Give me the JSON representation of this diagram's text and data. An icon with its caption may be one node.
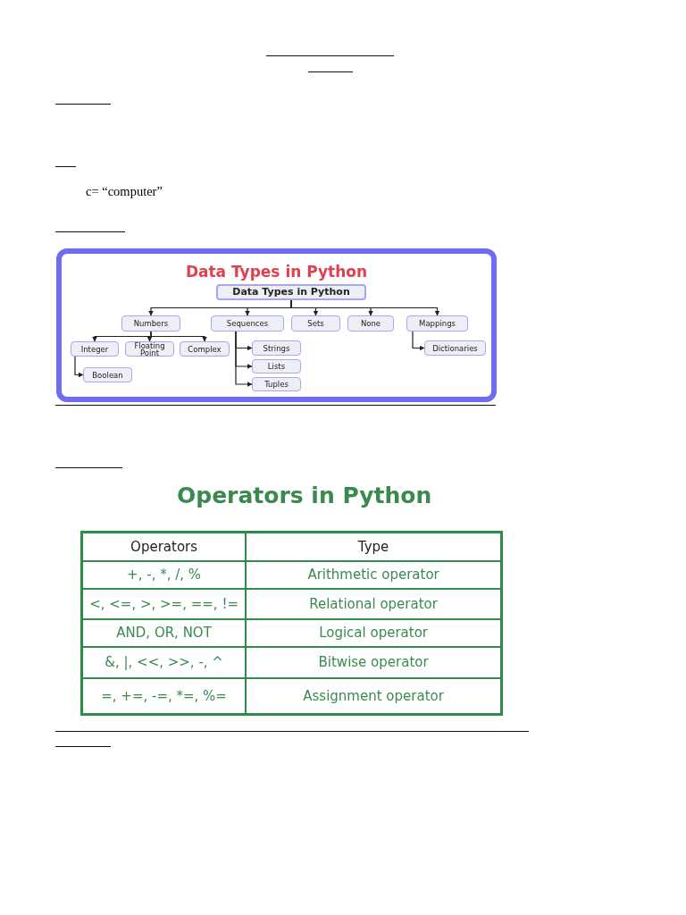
{
  "diagram": {
    "nodes": [
      {
        "text": [
          "Data Types in Python"
        ]
      },
      {
        "text": [
          "Data Types in Python"
        ],
        "in": 0
      },
      {
        "text": [
          "Numbers"
        ],
        "in": 0
      },
      {
        "text": [
          "Sequences"
        ],
        "in": 0
      },
      {
        "text": [
          "Sets"
        ],
        "in": 0
      },
      {
        "text": [
          "None"
        ],
        "in": 0
      },
      {
        "text": [
          "Mappings"
        ],
        "in": 0
      },
      {
        "text": [
          "Integer"
        ],
        "in": 0
      },
      {
        "text": [
          "Floating Point"
        ],
        "in": 0
      },
      {
        "text": [
          "Complex"
        ],
        "in": 0
      },
      {
        "text": [
          "Boolean"
        ],
        "in": 0
      },
      {
        "text": [
          "Strings"
        ],
        "in": 0
      },
      {
        "text": [
          "Lists"
        ],
        "in": 0
      },
      {
        "text": [
          "Tuples"
        ],
        "in": 0
      },
      {
        "text": [
          "Dictionaries"
        ],
        "in": 0
      }
    ],
    "edges": [
      {
        "from": 1,
        "to": 2,
        "arrow": "to"
      },
      {
        "from": 1,
        "to": 3,
        "arrow": "to"
      },
      {
        "from": 1,
        "to": 4,
        "arrow": "to"
      },
      {
        "from": 1,
        "to": 5,
        "arrow": "to"
      },
      {
        "from": 1,
        "to": 6,
        "arrow": "to"
      },
      {
        "from": 2,
        "to": 7,
        "arrow": "to"
      },
      {
        "from": 2,
        "to": 8,
        "arrow": "to"
      },
      {
        "from": 2,
        "to": 9,
        "arrow": "to"
      },
      {
        "from": 7,
        "to": 10,
        "arrow": "to"
      },
      {
        "from": 3,
        "to": 11,
        "arrow": "to"
      },
      {
        "from": 3,
        "to": 12,
        "arrow": "to"
      },
      {
        "from": 3,
        "to": 13,
        "arrow": "to"
      },
      {
        "from": 6,
        "to": 14,
        "arrow": "to"
      }
    ],
    "labels": [
      "c= “computer”",
      "Operators in Python",
      "Operators",
      "Type",
      "+, -, *, /, %",
      "Arithmetic operator",
      "<, <=, >, >=, ==, !=",
      "Relational operator",
      "AND, OR, NOT",
      "Logical operator",
      "&, |, <<, >>, -, ^",
      "Bitwise operator",
      "=, +=, -=, *=, %=",
      "Assignment operator"
    ]
  }
}
